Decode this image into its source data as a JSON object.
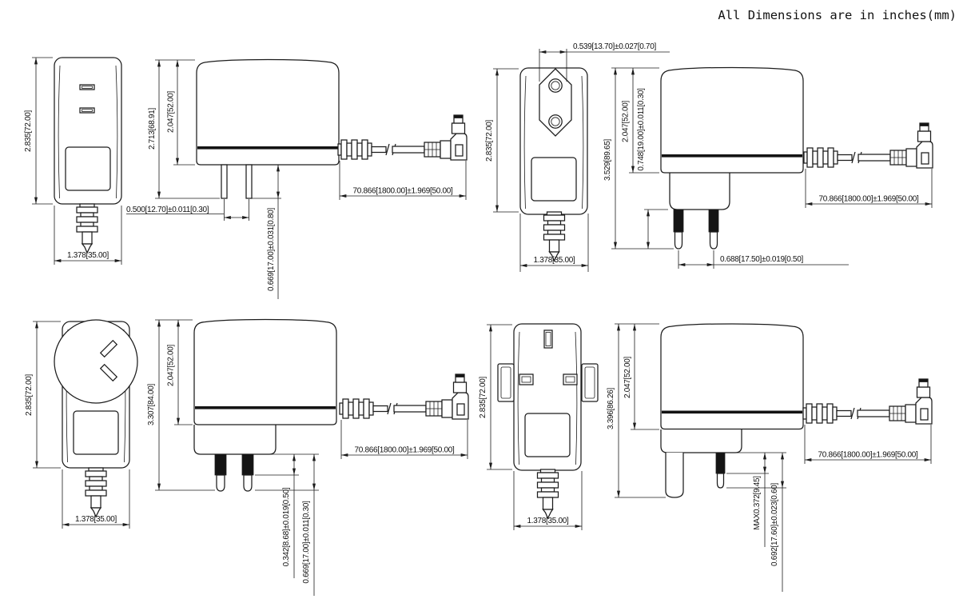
{
  "title": "All Dimensions are in inches(mm)",
  "line_color": "#1c1c1c",
  "adapters": {
    "us": {
      "front_height": "2.835[72.00]",
      "front_width": "1.378[35.00]",
      "overall_height": "2.713[68.91]",
      "body_height": "2.047[52.00]",
      "blade_spacing": "0.500[12.70]±0.011[0.30]",
      "blade_length": "0.669[17.00]±0.031[0.80]",
      "cable_length": "70.866[1800.00]±1.969[50.00]"
    },
    "eu": {
      "pin_hole_spacing": "0.539[13.70]±0.027[0.70]",
      "front_height": "2.835[72.00]",
      "front_width": "1.378[35.00]",
      "overall_height": "3.529[89.65]",
      "body_height": "2.047[52.00]",
      "pin_length": "0.748[19.00]±0.011[0.30]",
      "pin_spacing": "0.688[17.50]±0.019[0.50]",
      "cable_length": "70.866[1800.00]±1.969[50.00]"
    },
    "au": {
      "front_height": "2.835[72.00]",
      "front_width": "1.378[35.00]",
      "overall_height": "3.307[84.00]",
      "body_height": "2.047[52.00]",
      "sleeve_length": "0.342[8.68]±0.019[0.50]",
      "pin_length": "0.669[17.00]±0.011[0.30]",
      "cable_length": "70.866[1800.00]±1.969[50.00]"
    },
    "uk": {
      "front_height": "2.835[72.00]",
      "front_width": "1.378[35.00]",
      "overall_height": "3.396[86.26]",
      "body_height": "2.047[52.00]",
      "sleeve_max": "MAX0.372[9.45]",
      "pin_length": "0.692[17.60]±0.023[0.60]",
      "cable_length": "70.866[1800.00]±1.969[50.00]"
    }
  }
}
